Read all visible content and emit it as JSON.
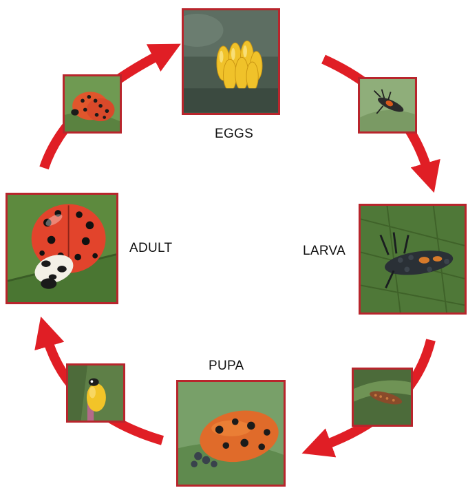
{
  "stages": {
    "eggs": {
      "label": "EGGS",
      "icon": "ladybug-eggs-photo"
    },
    "larva": {
      "label": "LARVA",
      "icon": "ladybug-larva-photo"
    },
    "pupa": {
      "label": "PUPA",
      "icon": "ladybug-pupa-photo"
    },
    "adult": {
      "label": "ADULT",
      "icon": "ladybug-adult-photo"
    }
  },
  "transitions": [
    {
      "icon": "young-larva-photo"
    },
    {
      "icon": "prepupa-larva-photo"
    },
    {
      "icon": "emerging-adult-photo"
    },
    {
      "icon": "mating-ladybugs-photo"
    }
  ],
  "colors": {
    "arrow": "#e01e25",
    "frame": "#b8252c",
    "leaf": "#5f8a3e"
  }
}
